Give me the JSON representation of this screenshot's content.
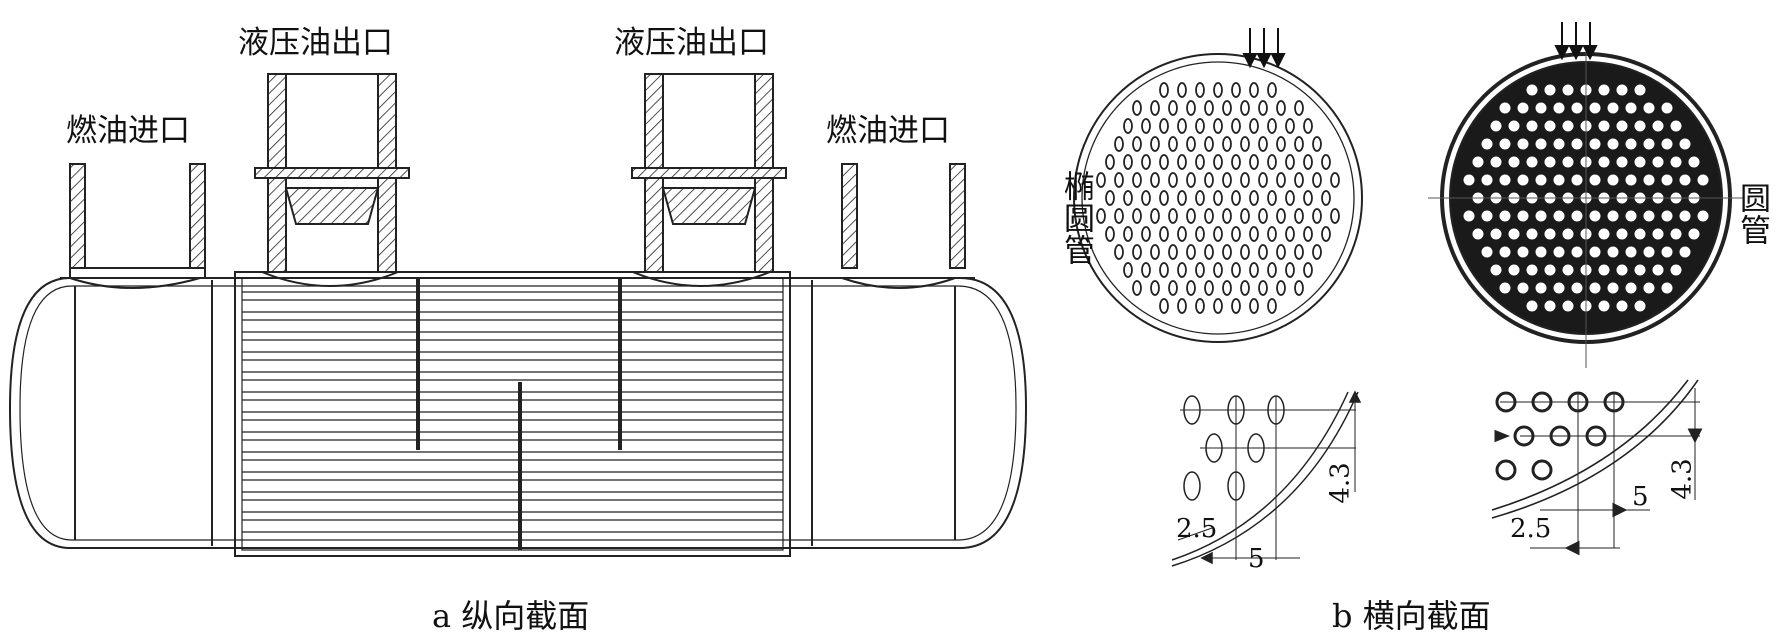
{
  "longitudinal": {
    "hydraulic_outlet_left": "液压油出口",
    "hydraulic_outlet_right": "液压油出口",
    "fuel_inlet_left": "燃油进口",
    "fuel_inlet_right": "燃油进口",
    "caption": "a 纵向截面"
  },
  "transverse": {
    "elliptic_label": "椭圆管",
    "round_label": "圆管",
    "caption": "b 横向截面",
    "ellipse_detail": {
      "dim_4_3": "4.3",
      "dim_2_5": "2.5",
      "dim_5": "5"
    },
    "round_detail": {
      "dim_4_3": "4.3",
      "dim_2_5": "2.5",
      "dim_5": "5"
    }
  },
  "colors": {
    "line": "#222222",
    "fill_dark": "#1a1a1a",
    "background": "#ffffff"
  }
}
